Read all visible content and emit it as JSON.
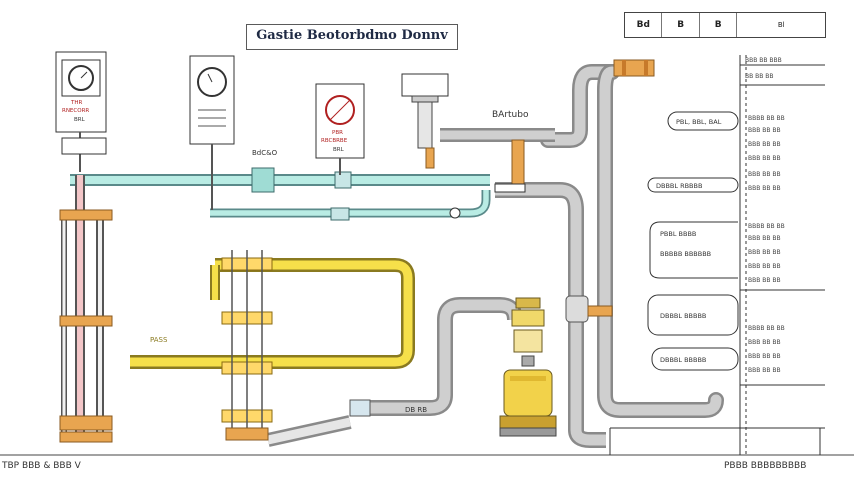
{
  "title": "Gastie Beotorbdmo Donnv",
  "legend": [
    "Bd",
    "B",
    "B",
    "Bl"
  ],
  "labels": {
    "cartro": "BArtubo",
    "bdo": "BdC&O",
    "yellow_tag": "PASS",
    "drain": "DB RB",
    "gauge1": [
      "THR",
      "RNECORR",
      "BRL"
    ],
    "gauge3": [
      "PBR",
      "RBCBRBE",
      "BRL"
    ]
  },
  "notes": [
    "PBL, BBL, BAL",
    "DBBBL RBBBB",
    "PBBL BBBB",
    "BBBBB BBBBBB",
    "DBBBL BBBBB",
    "DBBBL BBBBB"
  ],
  "footer_left": "TBP BBB & BBB V",
  "footer_right": "PBBB BBBBBBBBB"
}
